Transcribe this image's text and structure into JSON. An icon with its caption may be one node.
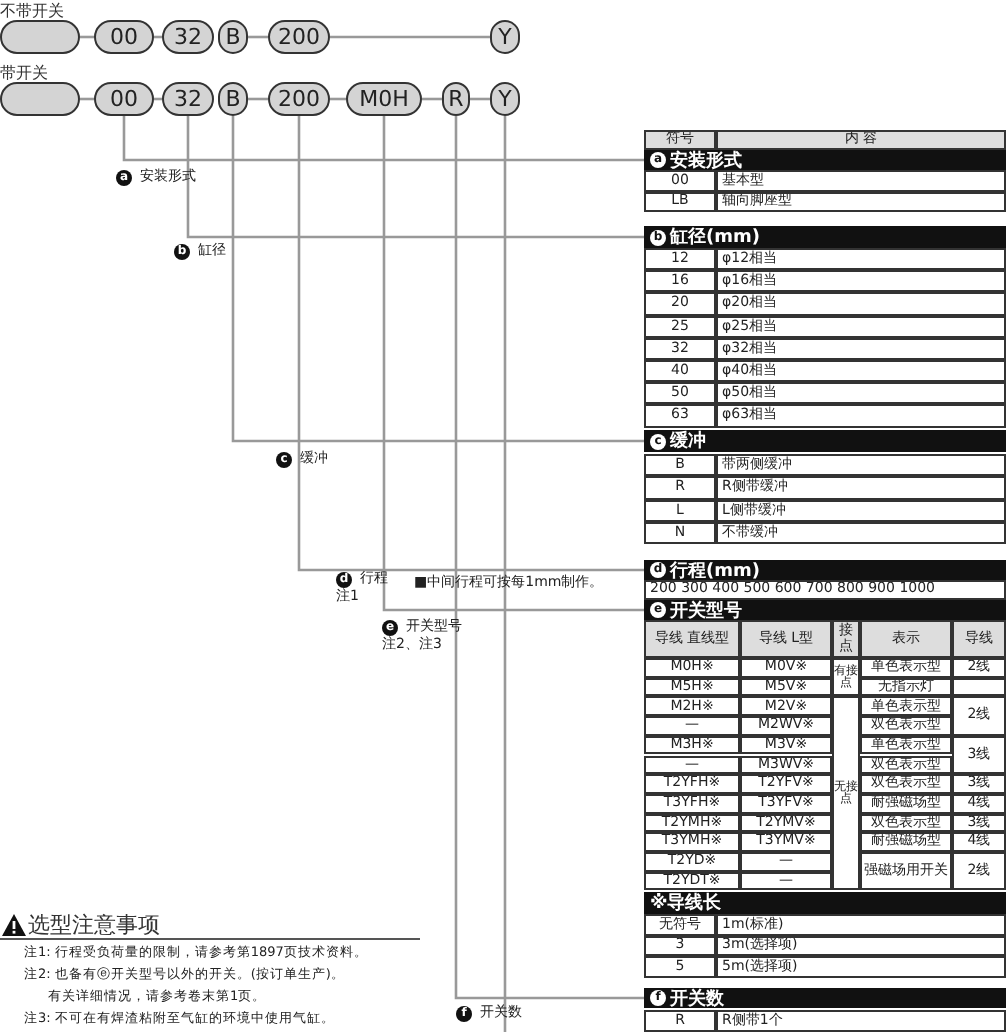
{
  "diagram": {
    "nodes": [
      {
        "text": [],
        "shape": "oval"
      },
      {
        "text": [
          "00"
        ]
      },
      {
        "text": [
          "32"
        ]
      },
      {
        "text": [
          "B"
        ]
      },
      {
        "text": [
          "200"
        ]
      },
      {
        "text": [
          "Y"
        ]
      },
      {
        "text": [],
        "shape": "oval"
      },
      {
        "text": [
          "00"
        ]
      },
      {
        "text": [
          "32"
        ]
      },
      {
        "text": [
          "B"
        ]
      },
      {
        "text": [
          "200"
        ]
      },
      {
        "text": [
          "M0H"
        ]
      },
      {
        "text": [
          "R"
        ]
      },
      {
        "text": [
          "Y"
        ]
      },
      {
        "text": [
          "a 安装形式"
        ]
      },
      {
        "text": [
          "b 缸径(mm)"
        ]
      },
      {
        "text": [
          "c 缓冲"
        ]
      },
      {
        "text": [
          "d 行程(mm)"
        ]
      },
      {
        "text": [
          "e 开关型号"
        ]
      },
      {
        "text": [
          "f 开关数"
        ]
      },
      {
        "text": [
          "※导线长"
        ]
      }
    ],
    "edges": [
      {
        "from": 0,
        "to": 1,
        "arrow": "none"
      },
      {
        "from": 1,
        "to": 2,
        "arrow": "none"
      },
      {
        "from": 3,
        "to": 4,
        "arrow": "none"
      },
      {
        "from": 4,
        "to": 5,
        "arrow": "none"
      },
      {
        "from": 6,
        "to": 7,
        "arrow": "none"
      },
      {
        "from": 7,
        "to": 8,
        "arrow": "none"
      },
      {
        "from": 9,
        "to": 10,
        "arrow": "none"
      },
      {
        "from": 10,
        "to": 11,
        "arrow": "none"
      },
      {
        "from": 11,
        "to": 12,
        "arrow": "none"
      },
      {
        "from": 12,
        "to": 13,
        "arrow": "none"
      },
      {
        "from": 7,
        "to": 14,
        "arrow": "none",
        "label": "a 安装形式"
      },
      {
        "from": 8,
        "to": 15,
        "arrow": "none",
        "label": "b 缸径"
      },
      {
        "from": 9,
        "to": 16,
        "arrow": "none",
        "label": "c 缓冲"
      },
      {
        "from": 10,
        "to": 17,
        "arrow": "none",
        "label": "d 行程注1"
      },
      {
        "from": 11,
        "to": 18,
        "arrow": "none",
        "label": "e 开关型号注2、注3"
      },
      {
        "from": 12,
        "to": 19,
        "arrow": "none",
        "label": "f 开关数"
      },
      {
        "from": 13,
        "to": null,
        "arrow": "none"
      }
    ],
    "labels": [
      "不带开关",
      "带开关",
      "■中间行程可按每1mm制作。",
      "符号",
      "内 容",
      "00",
      "基本型",
      "LB",
      "轴向脚座型",
      "12",
      "φ12相当",
      "16",
      "φ16相当",
      "20",
      "φ20相当",
      "25",
      "φ25相当",
      "32",
      "φ32相当",
      "40",
      "φ40相当",
      "50",
      "φ50相当",
      "63",
      "φ63相当",
      "B",
      "带两侧缓冲",
      "R",
      "R侧带缓冲",
      "L",
      "L侧带缓冲",
      "N",
      "不带缓冲",
      "200 300 400 500 600 700 800 900 1000",
      "导线 直线型",
      "导线 L型",
      "接点",
      "表示",
      "导线",
      "M0H※",
      "M0V※",
      "有接点",
      "单色表示型",
      "2线",
      "M5H※",
      "M5V※",
      "无指示灯",
      "M2H※",
      "M2V※",
      "无接点",
      "单色表示型",
      "2线",
      "—",
      "M2WV※",
      "双色表示型",
      "M3H※",
      "M3V※",
      "单色表示型",
      "3线",
      "—",
      "M3WV※",
      "双色表示型",
      "T2YFH※",
      "T2YFV※",
      "双色表示型",
      "3线",
      "T3YFH※",
      "T3YFV※",
      "耐强磁场型",
      "4线",
      "T2YMH※",
      "T2YMV※",
      "双色表示型",
      "3线",
      "T3YMH※",
      "T3YMV※",
      "耐强磁场型",
      "4线",
      "T2YD※",
      "—",
      "强磁场用开关",
      "2线",
      "T2YDT※",
      "—",
      "无符号",
      "1m(标准)",
      "3",
      "3m(选择项)",
      "5",
      "5m(选择项)",
      "R",
      "R侧带1个",
      "选型注意事项",
      "注1: 行程受负荷量的限制，请参考第1897页技术资料。",
      "注2: 也备有ⓔ开关型号以外的开关。(按订单生产)。",
      "有关详细情况，请参考卷末第1页。",
      "注3: 不可在有焊渣粘附至气缸的环境中使用气缸。"
    ]
  }
}
